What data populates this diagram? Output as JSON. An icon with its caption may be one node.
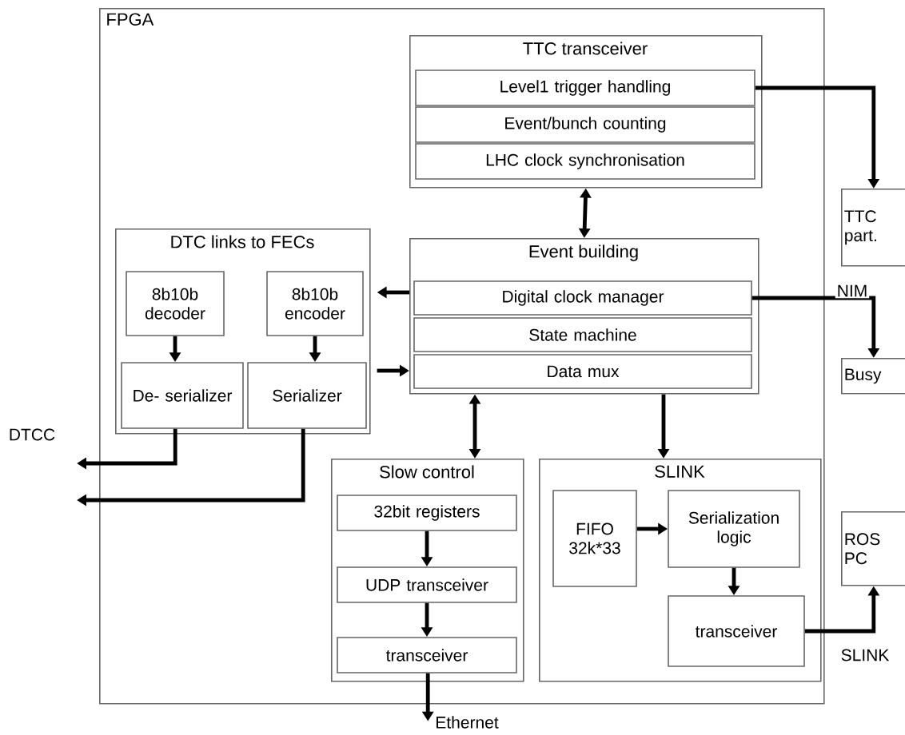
{
  "diagram": {
    "nodes": [
      {
        "text": [
          "FPGA"
        ]
      },
      {
        "text": [
          "TTC transceiver"
        ],
        "in": 0
      },
      {
        "text": [
          "Level1 trigger handling"
        ],
        "in": 1
      },
      {
        "text": [
          "Event/bunch counting"
        ],
        "in": 1
      },
      {
        "text": [
          "LHC clock synchronisation"
        ],
        "in": 1
      },
      {
        "text": [
          "TTC part."
        ]
      },
      {
        "text": [
          "DTC links to FECs"
        ],
        "in": 0
      },
      {
        "text": [
          "8b10b decoder"
        ],
        "in": 6
      },
      {
        "text": [
          "8b10b encoder"
        ],
        "in": 6
      },
      {
        "text": [
          "De- serializer"
        ],
        "in": 6
      },
      {
        "text": [
          "Serializer"
        ],
        "in": 6
      },
      {
        "text": [
          "Event building"
        ],
        "in": 0
      },
      {
        "text": [
          "Digital clock manager"
        ],
        "in": 11
      },
      {
        "text": [
          "State machine"
        ],
        "in": 11
      },
      {
        "text": [
          "Data mux"
        ],
        "in": 11
      },
      {
        "text": [
          "Busy"
        ]
      },
      {
        "text": [
          "Slow control"
        ],
        "in": 0
      },
      {
        "text": [
          "32bit registers"
        ],
        "in": 16
      },
      {
        "text": [
          "UDP transceiver"
        ],
        "in": 16
      },
      {
        "text": [
          "transceiver"
        ],
        "in": 16
      },
      {
        "text": [
          "SLINK"
        ],
        "in": 0
      },
      {
        "text": [
          "FIFO 32k*33"
        ],
        "in": 20
      },
      {
        "text": [
          "Serialization logic"
        ],
        "in": 20
      },
      {
        "text": [
          "transceiver"
        ],
        "in": 20
      },
      {
        "text": [
          "ROS PC"
        ]
      }
    ],
    "edges": [
      {
        "from": 2,
        "to": 5,
        "arrow": "to"
      },
      {
        "from": 1,
        "to": 11,
        "arrow": "both"
      },
      {
        "from": 11,
        "to": 6,
        "arrow": "to"
      },
      {
        "from": 6,
        "to": 11,
        "arrow": "to"
      },
      {
        "from": 12,
        "to": 15,
        "arrow": "to",
        "label": "NIM"
      },
      {
        "from": 11,
        "to": 16,
        "arrow": "both"
      },
      {
        "from": 11,
        "to": 20,
        "arrow": "to"
      },
      {
        "from": 7,
        "to": 9,
        "arrow": "to"
      },
      {
        "from": 8,
        "to": 10,
        "arrow": "to"
      },
      {
        "from": 9,
        "to": null,
        "arrow": "to",
        "label": "DTCC"
      },
      {
        "from": 10,
        "to": null,
        "arrow": "to"
      },
      {
        "from": 17,
        "to": 18,
        "arrow": "to"
      },
      {
        "from": 18,
        "to": 19,
        "arrow": "to"
      },
      {
        "from": 19,
        "to": null,
        "arrow": "to",
        "label": "Ethernet"
      },
      {
        "from": 21,
        "to": 22,
        "arrow": "to"
      },
      {
        "from": 22,
        "to": 23,
        "arrow": "to"
      },
      {
        "from": 23,
        "to": 24,
        "arrow": "to",
        "label": "SLINK"
      }
    ]
  }
}
